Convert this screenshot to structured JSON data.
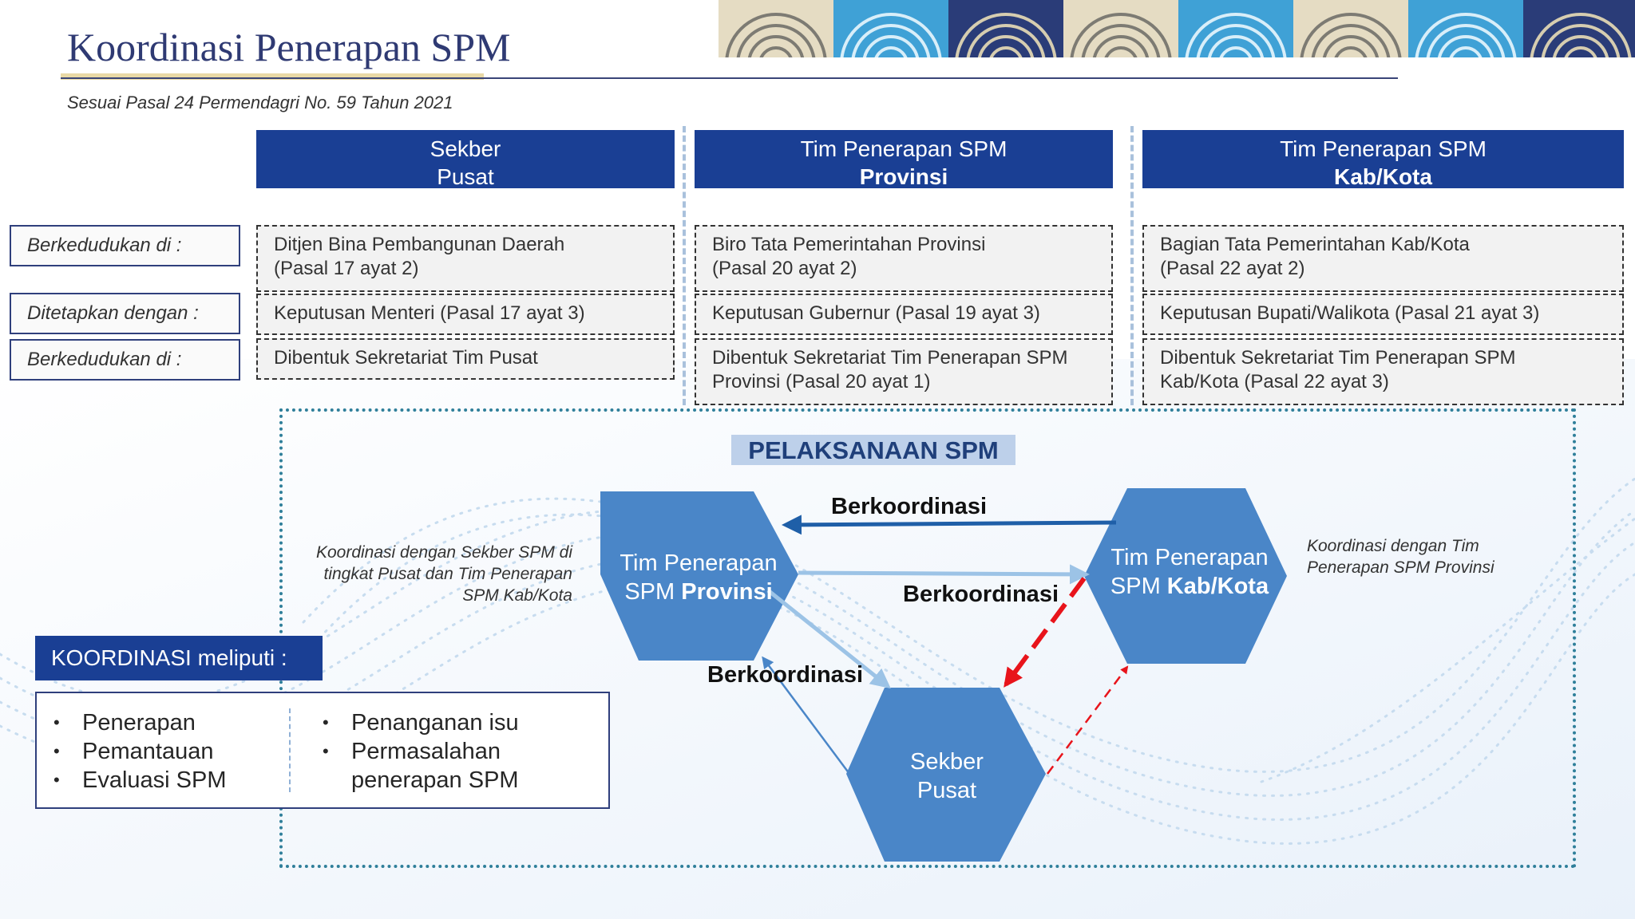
{
  "title": "Koordinasi Penerapan SPM",
  "subtitle": "Sesuai Pasal 24 Permendagri No. 59 Tahun 2021",
  "columns": [
    {
      "line1": "Sekber",
      "line2": "Pusat"
    },
    {
      "line1": "Tim Penerapan SPM",
      "line2": "Provinsi"
    },
    {
      "line1": "Tim Penerapan SPM",
      "line2": "Kab/Kota"
    }
  ],
  "row_labels": [
    "Berkedudukan di :",
    "Ditetapkan dengan :",
    "Berkedudukan di :"
  ],
  "cells": {
    "pusat": {
      "r1a": "Ditjen Bina Pembangunan Daerah",
      "r1b": "(Pasal 17 ayat 2)",
      "r2": "Keputusan Menteri (Pasal 17 ayat 3)",
      "r3a": "Dibentuk Sekretariat Tim Pusat"
    },
    "provinsi": {
      "r1a": "Biro Tata Pemerintahan Provinsi",
      "r1b": "(Pasal 20 ayat 2)",
      "r2": "Keputusan Gubernur (Pasal 19 ayat 3)",
      "r3a": "Dibentuk Sekretariat Tim Penerapan SPM",
      "r3b": "Provinsi (Pasal 20 ayat 1)"
    },
    "kabkota": {
      "r1a": "Bagian Tata Pemerintahan Kab/Kota",
      "r1b": "(Pasal 22 ayat 2)",
      "r2": "Keputusan Bupati/Walikota (Pasal 21 ayat 3)",
      "r3a": "Dibentuk Sekretariat Tim Penerapan SPM",
      "r3b": "Kab/Kota (Pasal 22 ayat 3)"
    }
  },
  "pelaksanaan": {
    "title": "PELAKSANAAN SPM",
    "nodes": {
      "provinsi": {
        "line1": "Tim Penerapan",
        "line2a": "SPM ",
        "line2b": "Provinsi"
      },
      "kabkota": {
        "line1": "Tim Penerapan",
        "line2a": "SPM ",
        "line2b": "Kab/Kota"
      },
      "pusat": {
        "line1": "Sekber",
        "line2": "Pusat"
      }
    },
    "edge_labels": [
      "Berkoordinasi",
      "Berkoordinasi",
      "Berkoordinasi"
    ],
    "note_left": [
      "Koordinasi dengan Sekber SPM di",
      "tingkat Pusat dan Tim Penerapan",
      "SPM Kab/Kota"
    ],
    "note_right": [
      "Koordinasi dengan Tim",
      "Penerapan SPM Provinsi"
    ],
    "colors": {
      "hexagon": "#4a86c8",
      "arrow_dark": "#1f5fa8",
      "arrow_light": "#9cc3e6",
      "arrow_red": "#e8141b"
    }
  },
  "koordinasi": {
    "header": "KOORDINASI meliputi :",
    "bullet": "•",
    "left_items": [
      "Penerapan",
      "Pemantauan",
      "Evaluasi SPM"
    ],
    "right_items": [
      "Penanganan isu",
      "Permasalahan",
      "penerapan SPM"
    ]
  }
}
